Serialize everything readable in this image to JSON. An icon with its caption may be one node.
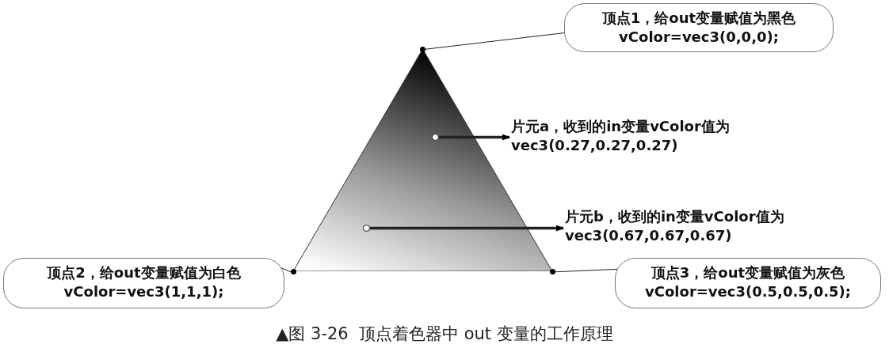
{
  "diagram": {
    "caption": "▲图 3-26  顶点着色器中 out 变量的工作原理",
    "nodes": [
      {
        "text": [],
        "shape": "triangle"
      },
      {
        "text": [],
        "shape": "circle",
        "in": 0
      },
      {
        "text": [],
        "shape": "circle",
        "in": 0
      },
      {
        "text": [],
        "shape": "circle",
        "in": 0
      },
      {
        "text": [],
        "shape": "circle",
        "in": 0
      },
      {
        "text": [],
        "shape": "circle",
        "in": 0
      },
      {
        "text": [
          "顶点1，给out变量赋值为黑色vColor=vec3(0,0,0);"
        ]
      },
      {
        "text": [
          "片元a，收到的in变量vColor值为vec3(0.27,0.27,0.27)"
        ]
      },
      {
        "text": [
          "片元b，收到的in变量vColor值为vec3(0.67,0.67,0.67)"
        ]
      },
      {
        "text": [
          "顶点2，给out变量赋值为白色vColor=vec3(1,1,1);"
        ]
      },
      {
        "text": [
          "顶点3，给out变量赋值为灰色vColor=vec3(0.5,0.5,0.5);"
        ]
      }
    ],
    "edges": [
      {
        "from": 6,
        "to": 1,
        "arrow": "none"
      },
      {
        "from": 4,
        "to": 7,
        "arrow": "to",
        "style": "thick"
      },
      {
        "from": 5,
        "to": 8,
        "arrow": "to",
        "style": "thick"
      },
      {
        "from": 9,
        "to": 2,
        "arrow": "none"
      },
      {
        "from": 10,
        "to": 3,
        "arrow": "none"
      }
    ]
  }
}
